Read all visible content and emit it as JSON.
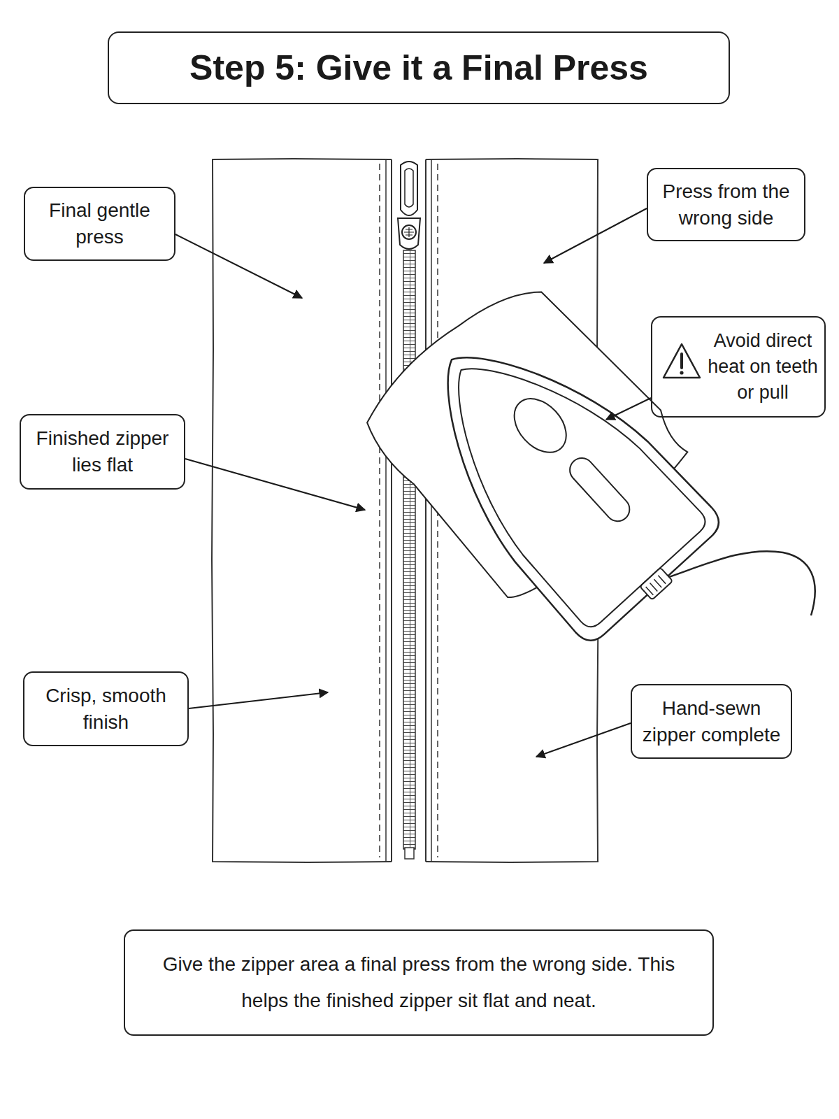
{
  "diagram": {
    "title": "Step 5: Give it a Final Press",
    "caption": "Give the zipper area a final press from the wrong side. This helps the finished zipper sit flat and neat.",
    "nodes": [
      {
        "text": [
          "Final gentle press"
        ]
      },
      {
        "text": [
          "Press from the wrong side"
        ]
      },
      {
        "text": [
          "Avoid direct heat on teeth or pull"
        ]
      },
      {
        "text": [
          "Finished zipper lies flat"
        ]
      },
      {
        "text": [
          "Crisp, smooth finish"
        ]
      },
      {
        "text": [
          "Hand-sewn zipper complete"
        ]
      }
    ]
  }
}
